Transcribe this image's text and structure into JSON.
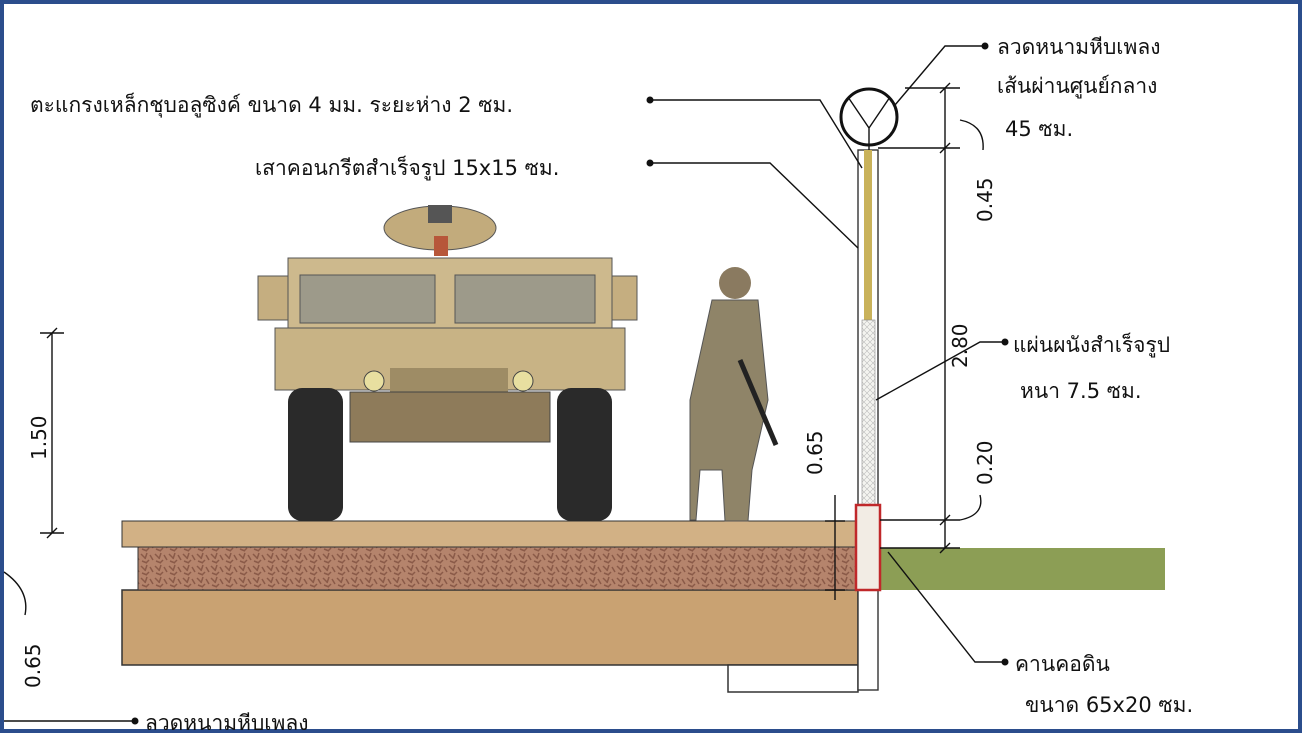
{
  "labels": {
    "mesh": "ตะแกรงเหล็กชุบอลูซิงค์ ขนาด 4 มม. ระยะห่าง 2 ซม.",
    "post": "เสาคอนกรีตสำเร็จรูป 15x15 ซม.",
    "wire_title": "ลวดหนามหีบเพลง",
    "wire_diameter": "เส้นผ่านศูนย์กลาง",
    "wire_size": "45 ซม.",
    "panel_title": "แผ่นผนังสำเร็จรูป",
    "panel_thickness": "หนา 7.5 ซม.",
    "beam_title": "คานคอดิน",
    "beam_size": "ขนาด 65x20 ซม.",
    "bottom_wire": "ลวดหนามหีบเพลง"
  },
  "dimensions": {
    "top_wire": "0.45",
    "wall_height": "2.80",
    "beam_above_ground": "0.20",
    "near_wall": "0.65",
    "left_height": "1.50",
    "left_lower": "0.65"
  },
  "colors": {
    "frame": "#2b4d8c",
    "soil_top": "#d2b185",
    "soil_texture": "#b5846c",
    "soil_block": "#c9a272",
    "grass": "#8c9e55",
    "beam_outline": "#c0282a",
    "vehicle": "#cdb98d"
  }
}
